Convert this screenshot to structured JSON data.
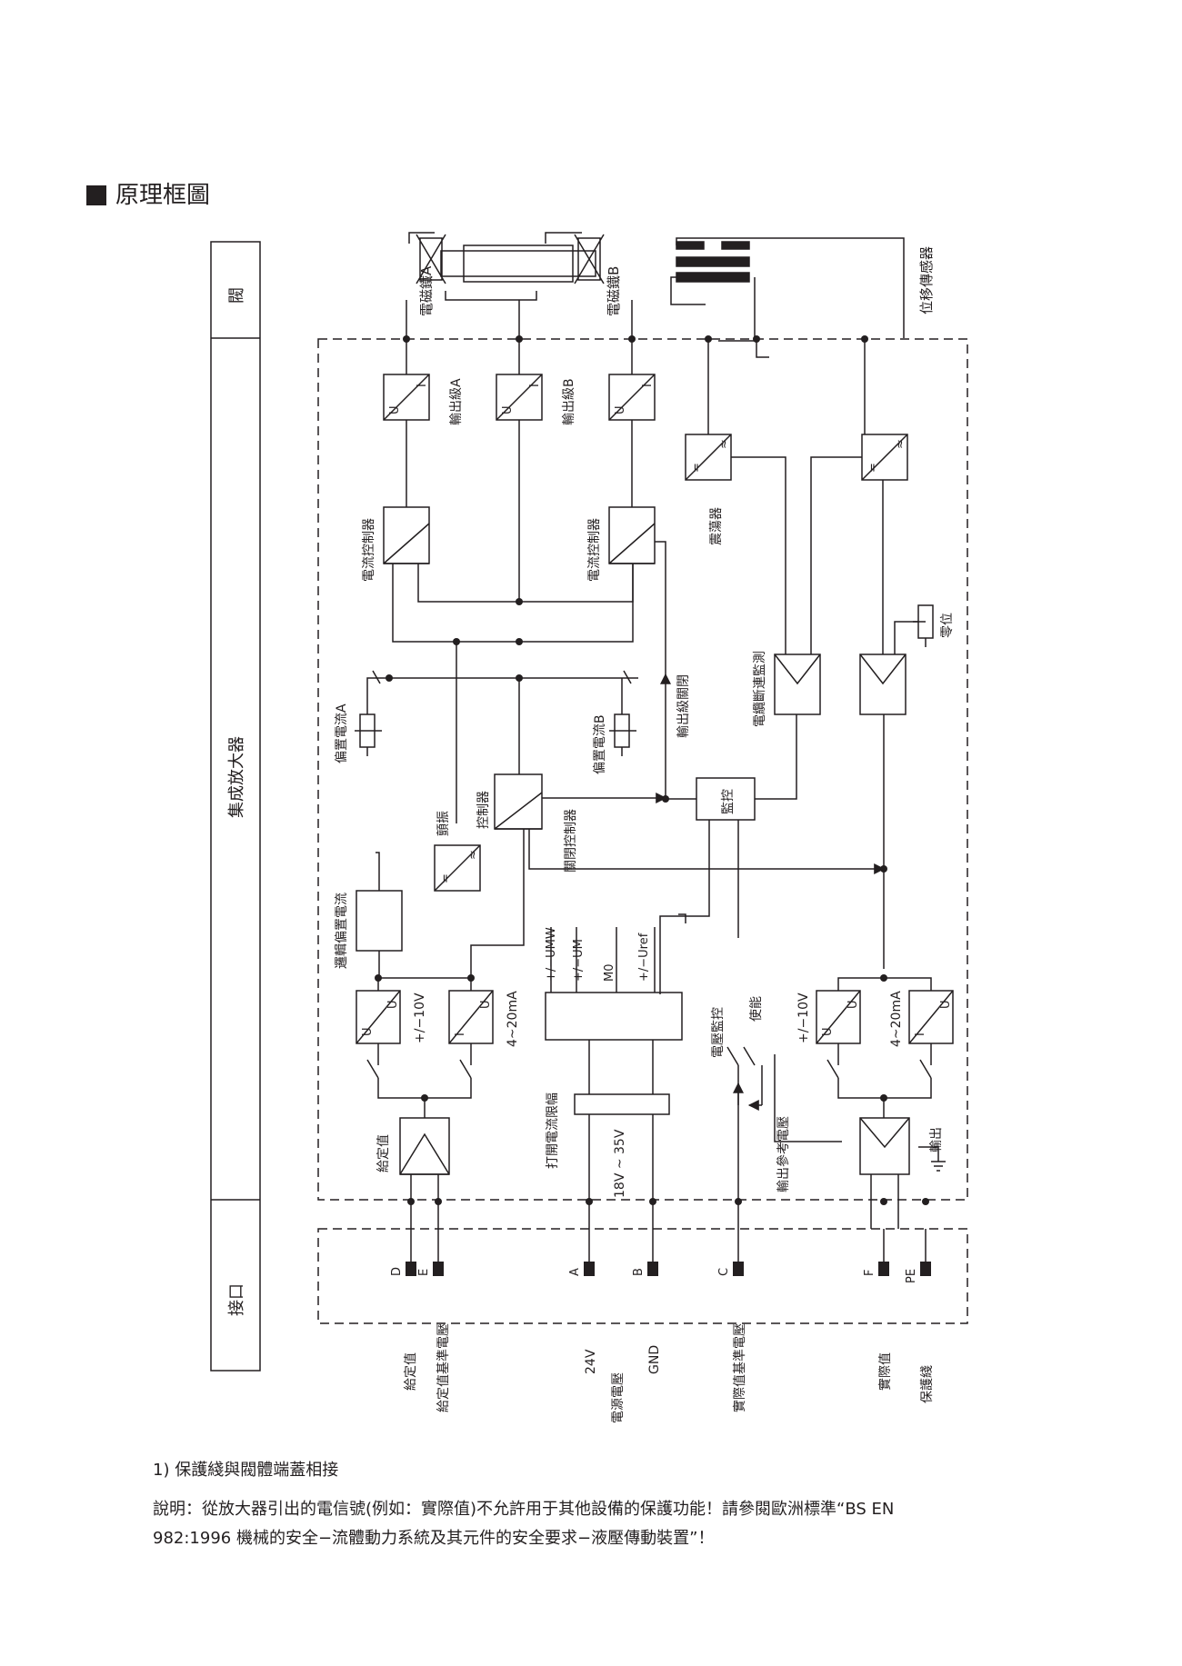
{
  "heading": "原理框圖",
  "sections": {
    "valve": "閥",
    "amplifier": "集成放大器",
    "interface": "接口"
  },
  "valve_labels": {
    "solenoid_a": "電磁鐵A",
    "solenoid_b": "電磁鐵B",
    "sensor": "位移傳感器"
  },
  "blocks": {
    "output_stage_a": "輸出級A",
    "output_stage_b": "輸出級B",
    "ui_u": "U",
    "ui_i": "I",
    "current_ctrl_1": "電流控制器",
    "current_ctrl_2": "電流控制器",
    "oscillator": "震蕩器",
    "cable_break": "電纜斷連監測",
    "zero": "零位",
    "bias_a": "偏置電流A",
    "bias_b": "偏置電流B",
    "output_disable": "輸出級關閉",
    "controller": "控制器",
    "monitor": "監控",
    "shutdown_ctrl": "關閉控制器",
    "dither": "顫振",
    "logic_bias": "邏輯偏置電流",
    "conv_eq": "=",
    "conv_tilde": "≈",
    "uu_volt": "+/−10V",
    "iu_ma": "4~20mA",
    "out_volt": "+/−10V",
    "out_ma": "4~20mA",
    "umw": "+/−UMW",
    "um": "+/−UM",
    "m0": "M0",
    "uref": "+/−Uref",
    "setpoint": "給定值",
    "open_limit": "打開電流限幅",
    "supply_range": "18V ~ 35V",
    "volt_monitor": "電壓監控",
    "enable": "使能",
    "out_ref": "輸出參考電壓",
    "output": "輸出"
  },
  "pins": [
    "D",
    "E",
    "A",
    "B",
    "C",
    "F",
    "PE"
  ],
  "bottom_labels": {
    "setpoint": "給定值",
    "setpoint_ref": "給定值基準電壓",
    "v24": "24V",
    "supply": "電源電壓",
    "gnd": "GND",
    "actual": "實際值基準電壓",
    "actual_value": "實際值",
    "pe": "保護綫"
  },
  "notes": {
    "note1": "1) 保護綫與閥體端蓋相接",
    "note2": "說明：從放大器引出的電信號(例如：實際值)不允許用于其他設備的保護功能！請參閱歐洲標準“BS EN 982:1996 機械的安全−流體動力系統及其元件的安全要求−液壓傳動裝置”！"
  }
}
